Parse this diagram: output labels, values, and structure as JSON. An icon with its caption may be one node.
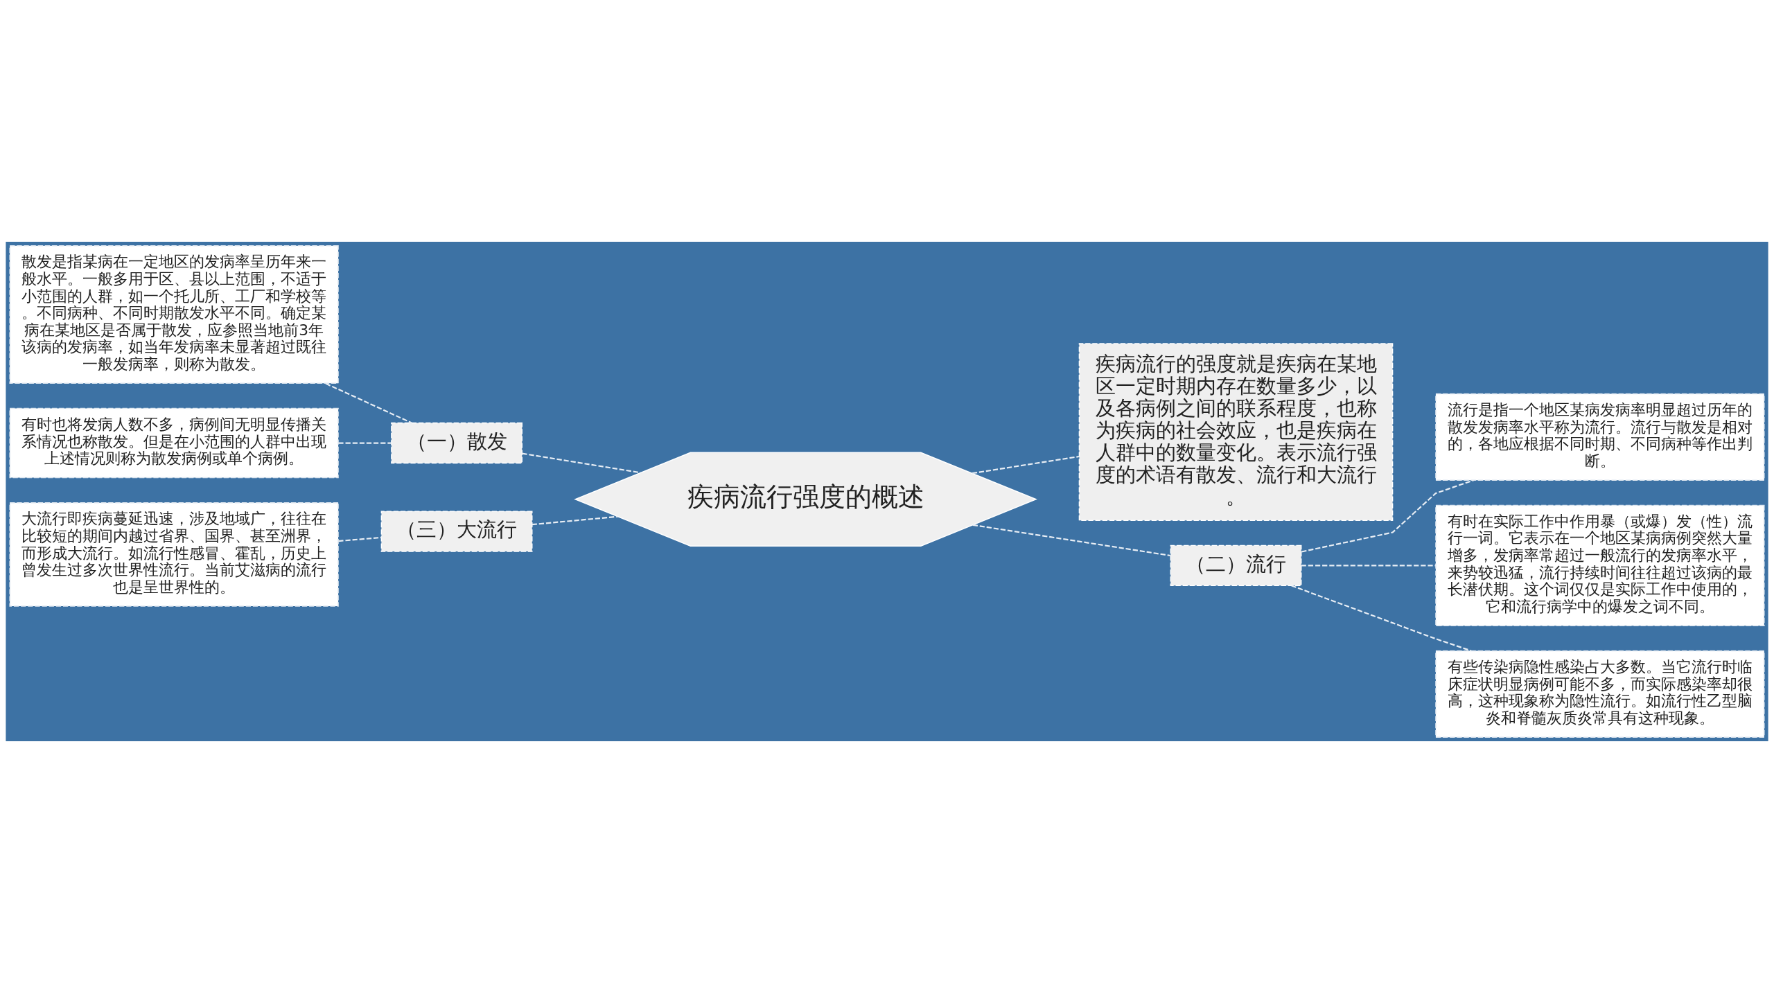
{
  "diagram": {
    "nodes": [
      {
        "text": [
          "疾病流行强度的概述"
        ]
      },
      {
        "text": [
          "（一）散发"
        ]
      },
      {
        "text": [
          "散发是指某病在一定地区的发病率呈历年来一般水平。一般多用于区、县以上范围，不适于小范围的人群，如一个托儿所、工厂和学校等。不同病种、不同时期散发水平不同。确定某病在某地区是否属于散发，应参照当地前3年该病的发病率，如当年发病率未显著超过既往一般发病率，则称为散发。"
        ]
      },
      {
        "text": [
          "有时也将发病人数不多，病例间无明显传播关系情况也称散发。但是在小范围的人群中出现上述情况则称为散发病例或单个病例。"
        ]
      },
      {
        "text": [
          "（三）大流行"
        ]
      },
      {
        "text": [
          "大流行即疾病蔓延迅速，涉及地域广，往往在比较短的期间内越过省界、国界、甚至洲界，而形成大流行。如流行性感冒、霍乱，历史上曾发生过多次世界性流行。当前艾滋病的流行也是呈世界性的。"
        ]
      },
      {
        "text": [
          "疾病流行的强度就是疾病在某地区一定时期内存在数量多少，以及各病例之间的联系程度，也称为疾病的社会效应，也是疾病在人群中的数量变化。表示流行强度的术语有散发、流行和大流行。"
        ]
      },
      {
        "text": [
          "（二）流行"
        ]
      },
      {
        "text": [
          "流行是指一个地区某病发病率明显超过历年的散发发病率水平称为流行。流行与散发是相对的，各地应根据不同时期、不同病种等作出判断。"
        ]
      },
      {
        "text": [
          "有时在实际工作中作用暴（或爆）发（性）流行一词。它表示在一个地区某病病例突然大量增多，发病率常超过一般流行的发病率水平，来势较迅猛，流行持续时间往往超过该病的最长潜伏期。这个词仅仅是实际工作中使用的，它和流行病学中的爆发之词不同。"
        ]
      },
      {
        "text": [
          "有些传染病隐性感染占大多数。当它流行时临床症状明显病例可能不多，而实际感染率却很高，这种现象称为隐性流行。如流行性乙型脑炎和脊髓灰质炎常具有这种现象。"
        ]
      }
    ],
    "edges": [
      {
        "from": 0,
        "to": 1,
        "arrow": "none",
        "style": "dashed"
      },
      {
        "from": 1,
        "to": 2,
        "arrow": "none",
        "style": "dashed"
      },
      {
        "from": 1,
        "to": 3,
        "arrow": "none",
        "style": "dashed"
      },
      {
        "from": 0,
        "to": 4,
        "arrow": "none",
        "style": "dashed"
      },
      {
        "from": 4,
        "to": 5,
        "arrow": "none",
        "style": "dashed"
      },
      {
        "from": 0,
        "to": 6,
        "arrow": "none",
        "style": "dashed"
      },
      {
        "from": 0,
        "to": 7,
        "arrow": "none",
        "style": "dashed"
      },
      {
        "from": 7,
        "to": 8,
        "arrow": "none",
        "style": "dashed"
      },
      {
        "from": 7,
        "to": 9,
        "arrow": "none",
        "style": "dashed"
      },
      {
        "from": 7,
        "to": 10,
        "arrow": "none",
        "style": "dashed"
      }
    ]
  }
}
